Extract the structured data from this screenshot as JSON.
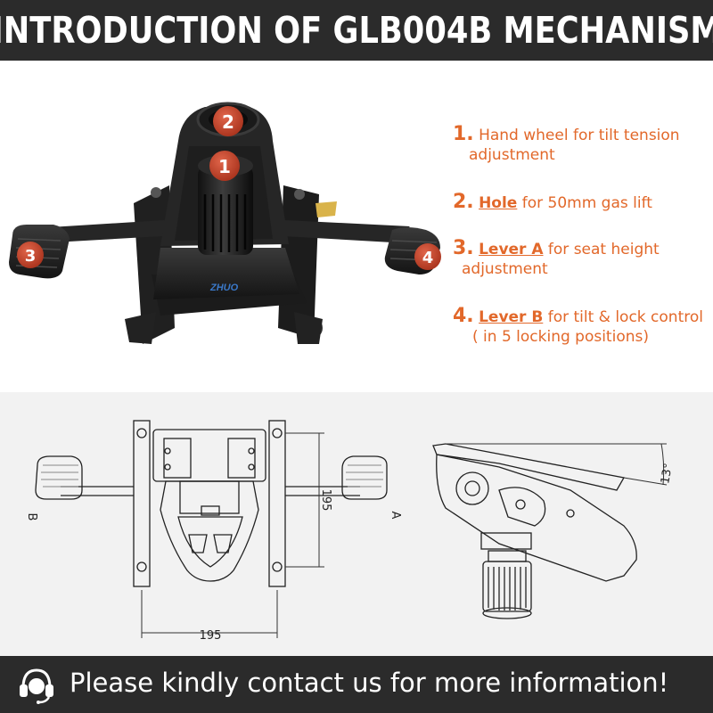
{
  "header": {
    "title": "INTRODUCTION OF GLB004B MECHANISM"
  },
  "photo": {
    "badges": [
      "1",
      "2",
      "3",
      "4"
    ],
    "logo_text": "ZHUO"
  },
  "features": [
    {
      "num": "1.",
      "key": "",
      "text": "Hand wheel for tilt tension",
      "line2": "adjustment"
    },
    {
      "num": "2.",
      "key": "Hole",
      "text": "for 50mm gas lift",
      "line2": ""
    },
    {
      "num": "3.",
      "key": "Lever A",
      "text": "for seat height",
      "line2": "adjustment"
    },
    {
      "num": "4.",
      "key": "Lever B",
      "text": "for tilt & lock control",
      "line2": "( in 5 locking positions)"
    }
  ],
  "drawing": {
    "label_b": "B",
    "label_a": "A",
    "dim_width": "195",
    "dim_height": "195",
    "dim_angle": "13°"
  },
  "footer": {
    "text": "Please kindly contact us for more information!"
  },
  "colors": {
    "accent": "#e2682a",
    "band": "#2b2b2b",
    "badge": "#c9462a"
  }
}
